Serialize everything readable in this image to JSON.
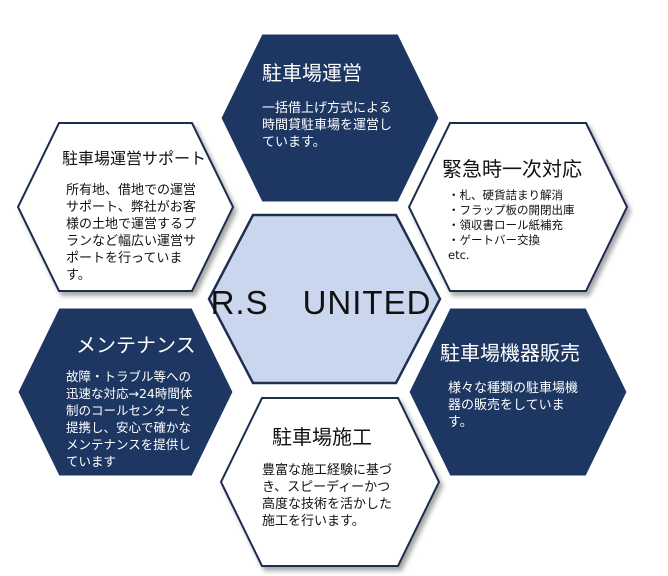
{
  "center": {
    "label": "R.S　UNITED"
  },
  "hexes": {
    "top": {
      "title": "駐車場運営",
      "text": "一括借上げ方式による時間貸駐車場を運営しています。"
    },
    "top_left": {
      "title": "駐車場運営サポート",
      "text": "所有地、借地での運営サポート、弊社がお客様の土地で運営するプランなど幅広い運営サポートを行っています。"
    },
    "top_right": {
      "title": "緊急時一次対応",
      "text": "・札、硬貨詰まり解消\n・フラップ板の開閉出庫\n・領収書ロール紙補充\n・ゲートバー交換\netc."
    },
    "bottom_left": {
      "title": "メンテナンス",
      "text": "故障・トラブル等への迅速な対応→24時間体制のコールセンターと提携し、安心で確かなメンテナンスを提供しています"
    },
    "bottom_right": {
      "title": "駐車場機器販売",
      "text": "様々な種類の駐車場機器の販売をしています。"
    },
    "bottom": {
      "title": "駐車場施工",
      "text": "豊富な施工経験に基づき、スピーディーかつ高度な技術を活かした施工を行います。"
    }
  },
  "colors": {
    "dark_hex": "#1d3762",
    "center_hex": "#c9d6ee",
    "outline": "#1f2f4d"
  }
}
